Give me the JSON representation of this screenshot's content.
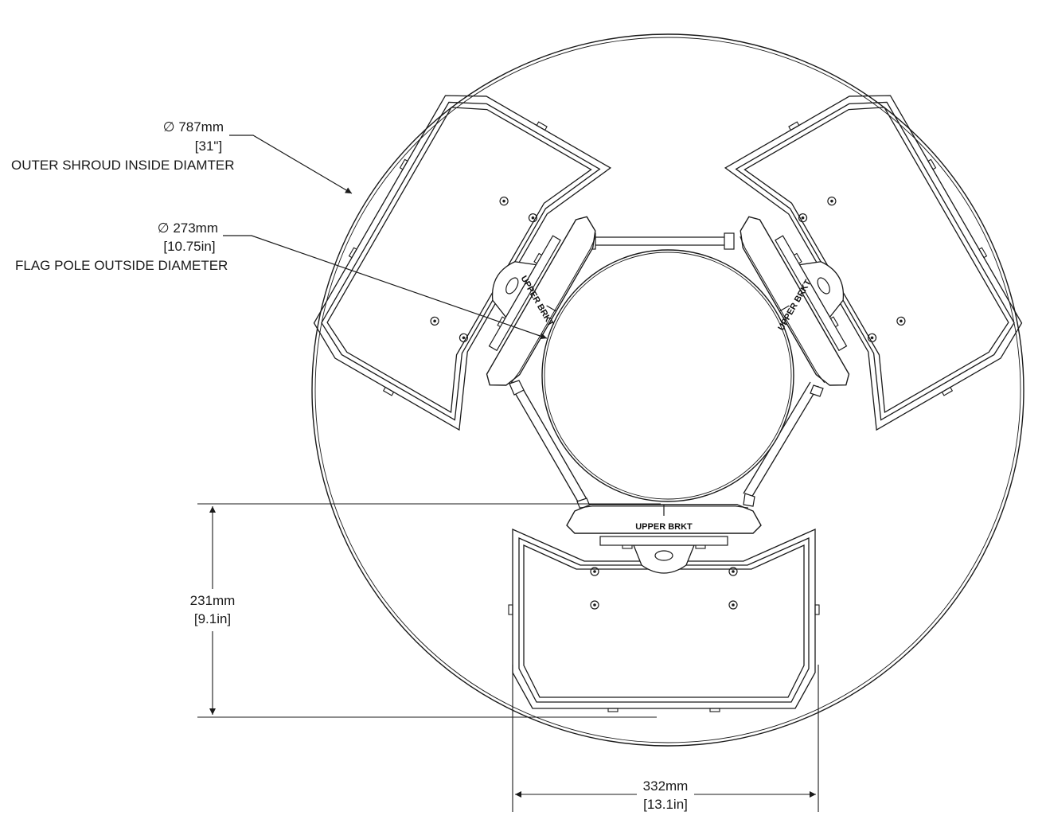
{
  "callouts": {
    "shroud": {
      "value": "787mm",
      "imperial": "[31\"]",
      "note": "OUTER SHROUD INSIDE DIAMTER"
    },
    "pole": {
      "value": "273mm",
      "imperial": "[10.75in]",
      "note": "FLAG POLE OUTSIDE DIAMETER"
    },
    "height": {
      "value": "231mm",
      "imperial": "[9.1in]"
    },
    "width": {
      "value": "332mm",
      "imperial": "[13.1in]"
    }
  },
  "bracket_label": "UPPER BRKT",
  "diameter_symbol": "∅",
  "colors": {
    "line": "#1a1a1a",
    "background": "#ffffff"
  }
}
